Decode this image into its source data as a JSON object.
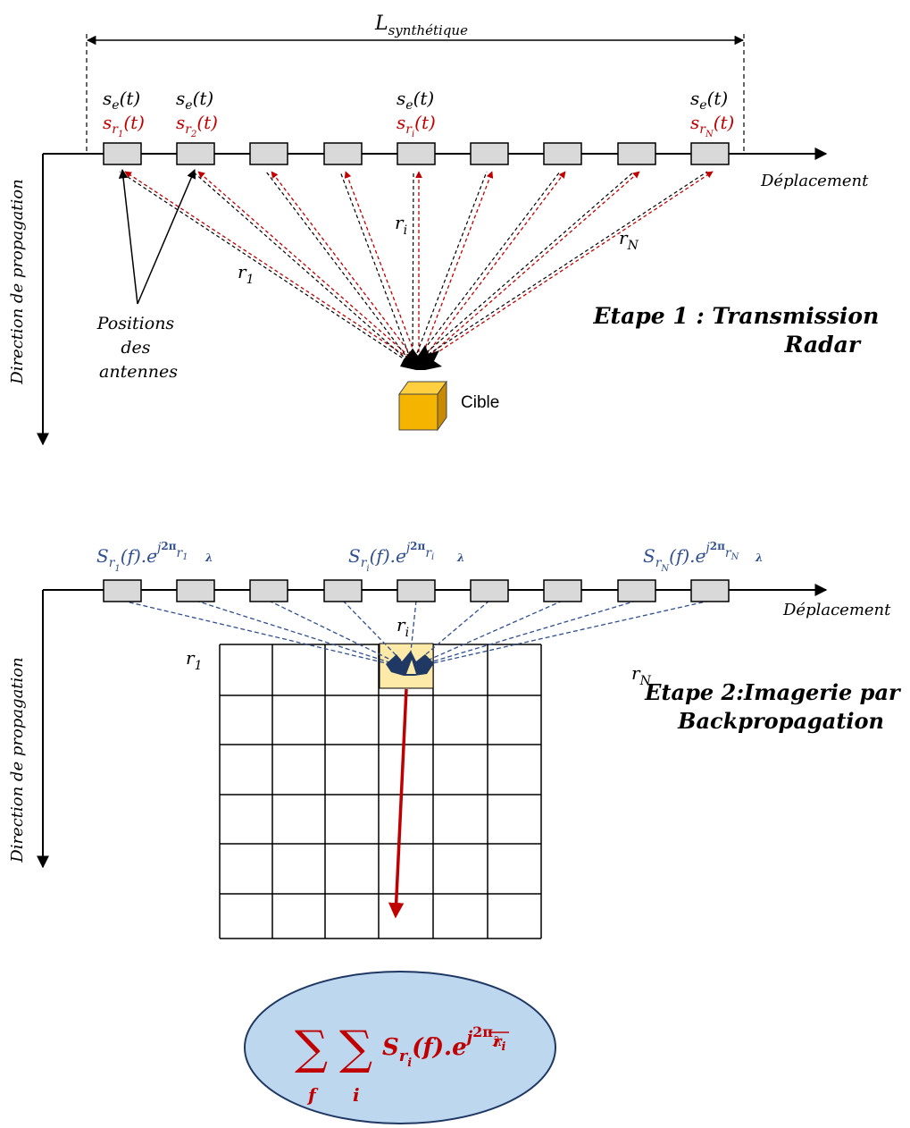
{
  "colors": {
    "ink": "#000000",
    "red": "#c00000",
    "blue": "#2f4f8f",
    "antenna_fill": "#d9d9d9",
    "antenna_stroke": "#000000",
    "target_front": "#f4b400",
    "target_top": "#ffcf40",
    "target_side": "#c88a00",
    "pixel_highlight": "#fde9a8",
    "ellipse_fill": "#bdd7ee",
    "ellipse_stroke": "#1f3864"
  },
  "top": {
    "span_label": {
      "base": "L",
      "sub": "synthétique"
    },
    "signal_emit": {
      "base": "s",
      "sub": "e",
      "arg": "(t)"
    },
    "signal_recv": [
      {
        "base": "s",
        "sub": "r",
        "subsub": "1",
        "arg": "(t)"
      },
      {
        "base": "s",
        "sub": "r",
        "subsub": "2",
        "arg": "(t)"
      },
      {
        "base": "s",
        "sub": "r",
        "subsub": "i",
        "arg": "(t)"
      },
      {
        "base": "s",
        "sub": "r",
        "subsub": "N",
        "arg": "(t)"
      }
    ],
    "axis_x_label": "Déplacement",
    "axis_y_label": "Direction de propagation",
    "range_labels": [
      {
        "base": "r",
        "sub": "1"
      },
      {
        "base": "r",
        "sub": "i"
      },
      {
        "base": "r",
        "sub": "N"
      }
    ],
    "antenna_annotation": [
      "Positions",
      "des",
      "antennes"
    ],
    "target_label": "Cible",
    "step_title": [
      "Etape 1 : Transmission",
      "Radar"
    ]
  },
  "bottom": {
    "signal_labels": [
      {
        "base": "S",
        "sub": "r",
        "subsub": "1",
        "arg": "(f).",
        "exp": "e",
        "sup_j": "j",
        "frac_num": "2π",
        "frac_den": "λ",
        "r": "r",
        "r_sub": "1"
      },
      {
        "base": "S",
        "sub": "r",
        "subsub": "i",
        "arg": "(f).",
        "exp": "e",
        "sup_j": "j",
        "frac_num": "2π",
        "frac_den": "λ",
        "r": "r",
        "r_sub": "i"
      },
      {
        "base": "S",
        "sub": "r",
        "subsub": "N",
        "arg": "(f).",
        "exp": "e",
        "sup_j": "j",
        "frac_num": "2π",
        "frac_den": "λ",
        "r": "r",
        "r_sub": "N"
      }
    ],
    "axis_x_label": "Déplacement",
    "axis_y_label": "Direction de propagation",
    "range_labels": [
      {
        "base": "r",
        "sub": "1"
      },
      {
        "base": "r",
        "sub": "i"
      },
      {
        "base": "r",
        "sub": "N"
      }
    ],
    "step_title": [
      "Etape 2:Imagerie par",
      "Backpropagation"
    ],
    "formula": {
      "sum1": "∑",
      "sum1_sub": "f",
      "sum2": "∑",
      "sum2_sub": "i",
      "base": "S",
      "sub": "r",
      "subsub": "i",
      "arg": "(f).",
      "exp": "e",
      "sup_j": "j",
      "frac_num": "2π",
      "frac_den": "λ",
      "r": "r",
      "r_sub": "i"
    }
  }
}
